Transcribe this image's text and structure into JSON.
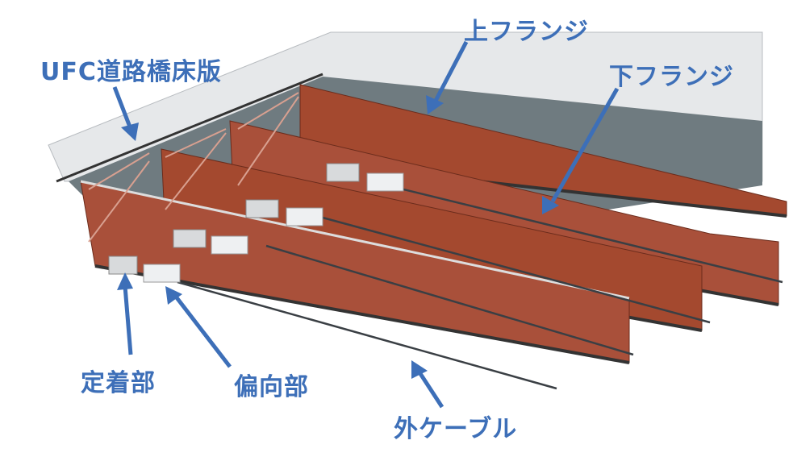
{
  "labels": {
    "deck": "UFC道路橋床版",
    "upper_flange": "上フランジ",
    "lower_flange": "下フランジ",
    "anchorage": "定着部",
    "deviator": "偏向部",
    "external_cable": "外ケーブル"
  },
  "colors": {
    "label": "#3d6fb8",
    "girder": "#a4492f",
    "deck_underside": "#6f7b80",
    "slab": "#e6e8ea"
  }
}
